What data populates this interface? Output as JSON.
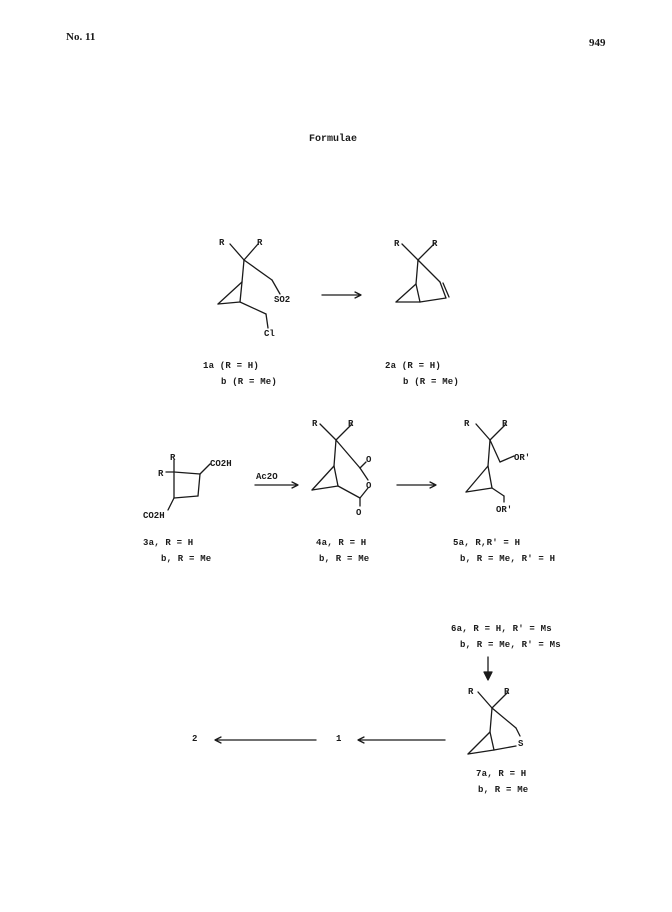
{
  "header": {
    "left": "No. 11",
    "right": "949"
  },
  "title": "Formulae",
  "captions": {
    "c1a": "1a (R = H)",
    "c1b": "b (R = Me)",
    "c2a": "2a (R = H)",
    "c2b": "b (R = Me)",
    "c3a": "3a, R = H",
    "c3b": "b, R = Me",
    "c4a": "4a, R = H",
    "c4b": "b, R = Me",
    "c5a": "5a, R,R' = H",
    "c5b": "b, R = Me, R' = H",
    "c6a": "6a, R = H, R' = Ms",
    "c6b": "b, R = Me, R' = Ms",
    "c7a": "7a, R = H",
    "c7b": "b, R = Me"
  },
  "labels": {
    "R": "R",
    "so2": "SO2",
    "cl": "Cl",
    "co2h": "CO2H",
    "o": "O",
    "or": "OR'",
    "s": "S",
    "reagent": "Ac2O",
    "ref2": "2",
    "ref1": "1"
  }
}
